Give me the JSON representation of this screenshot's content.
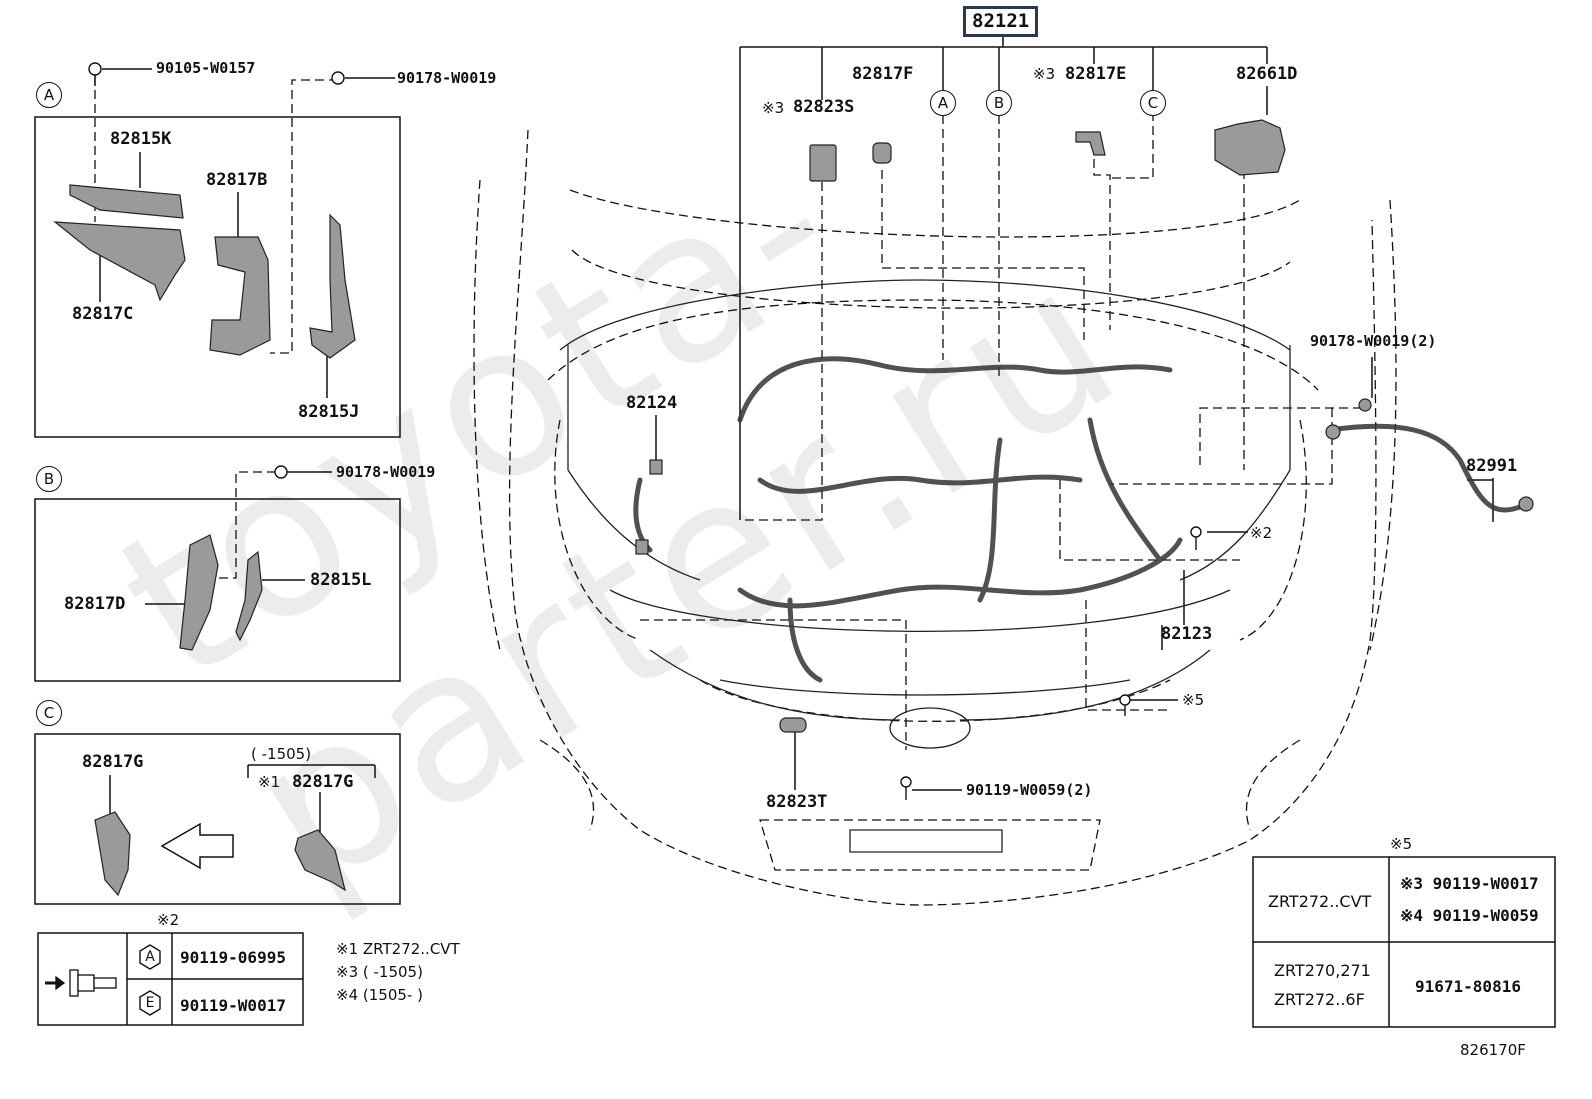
{
  "main_part": "82121",
  "callouts": {
    "c_90105_W0157": "90105-W0157",
    "c_90178_W0019_a": "90178-W0019",
    "c_82815K": "82815K",
    "c_82817B": "82817B",
    "c_82817C": "82817C",
    "c_82815J": "82815J",
    "c_90178_W0019_b": "90178-W0019",
    "c_82817D": "82817D",
    "c_82815L": "82815L",
    "c_82817G_a": "82817G",
    "c_82817G_b": "82817G",
    "c_82817F": "82817F",
    "c_82817E": "82817E",
    "c_82823S": "82823S",
    "c_82661D": "82661D",
    "c_82124": "82124",
    "c_90178_W0019_2": "90178-W0019(2)",
    "c_82991": "82991",
    "c_82123": "82123",
    "c_82823T": "82823T",
    "c_90119_W0059_2": "90119-W0059(2)"
  },
  "markers": {
    "m3a": "※3",
    "m3b": "※3",
    "m1": "※1",
    "m2": "※2",
    "m5": "※5",
    "m2_head": "※2",
    "m5_head": "※5"
  },
  "panel_letters": {
    "a": "A",
    "b": "B",
    "c": "C"
  },
  "range_note": "(      -1505)",
  "bolt_table": {
    "rows": [
      {
        "grade": "A",
        "part": "90119-06995"
      },
      {
        "grade": "E",
        "part": "90119-W0017"
      }
    ]
  },
  "footnotes": [
    "※1 ZRT272..CVT",
    "※3 (       -1505)",
    "※4 (1505-       )"
  ],
  "model_table": {
    "rows": [
      {
        "model_lines": [
          "ZRT272..CVT"
        ],
        "parts": [
          "※3 90119-W0017",
          "※4 90119-W0059"
        ]
      },
      {
        "model_lines": [
          "ZRT270,271",
          "ZRT272..6F"
        ],
        "parts": [
          "91671-80816"
        ]
      }
    ]
  },
  "diagram_code": "826170F",
  "watermark": "toyota-parter.ru"
}
